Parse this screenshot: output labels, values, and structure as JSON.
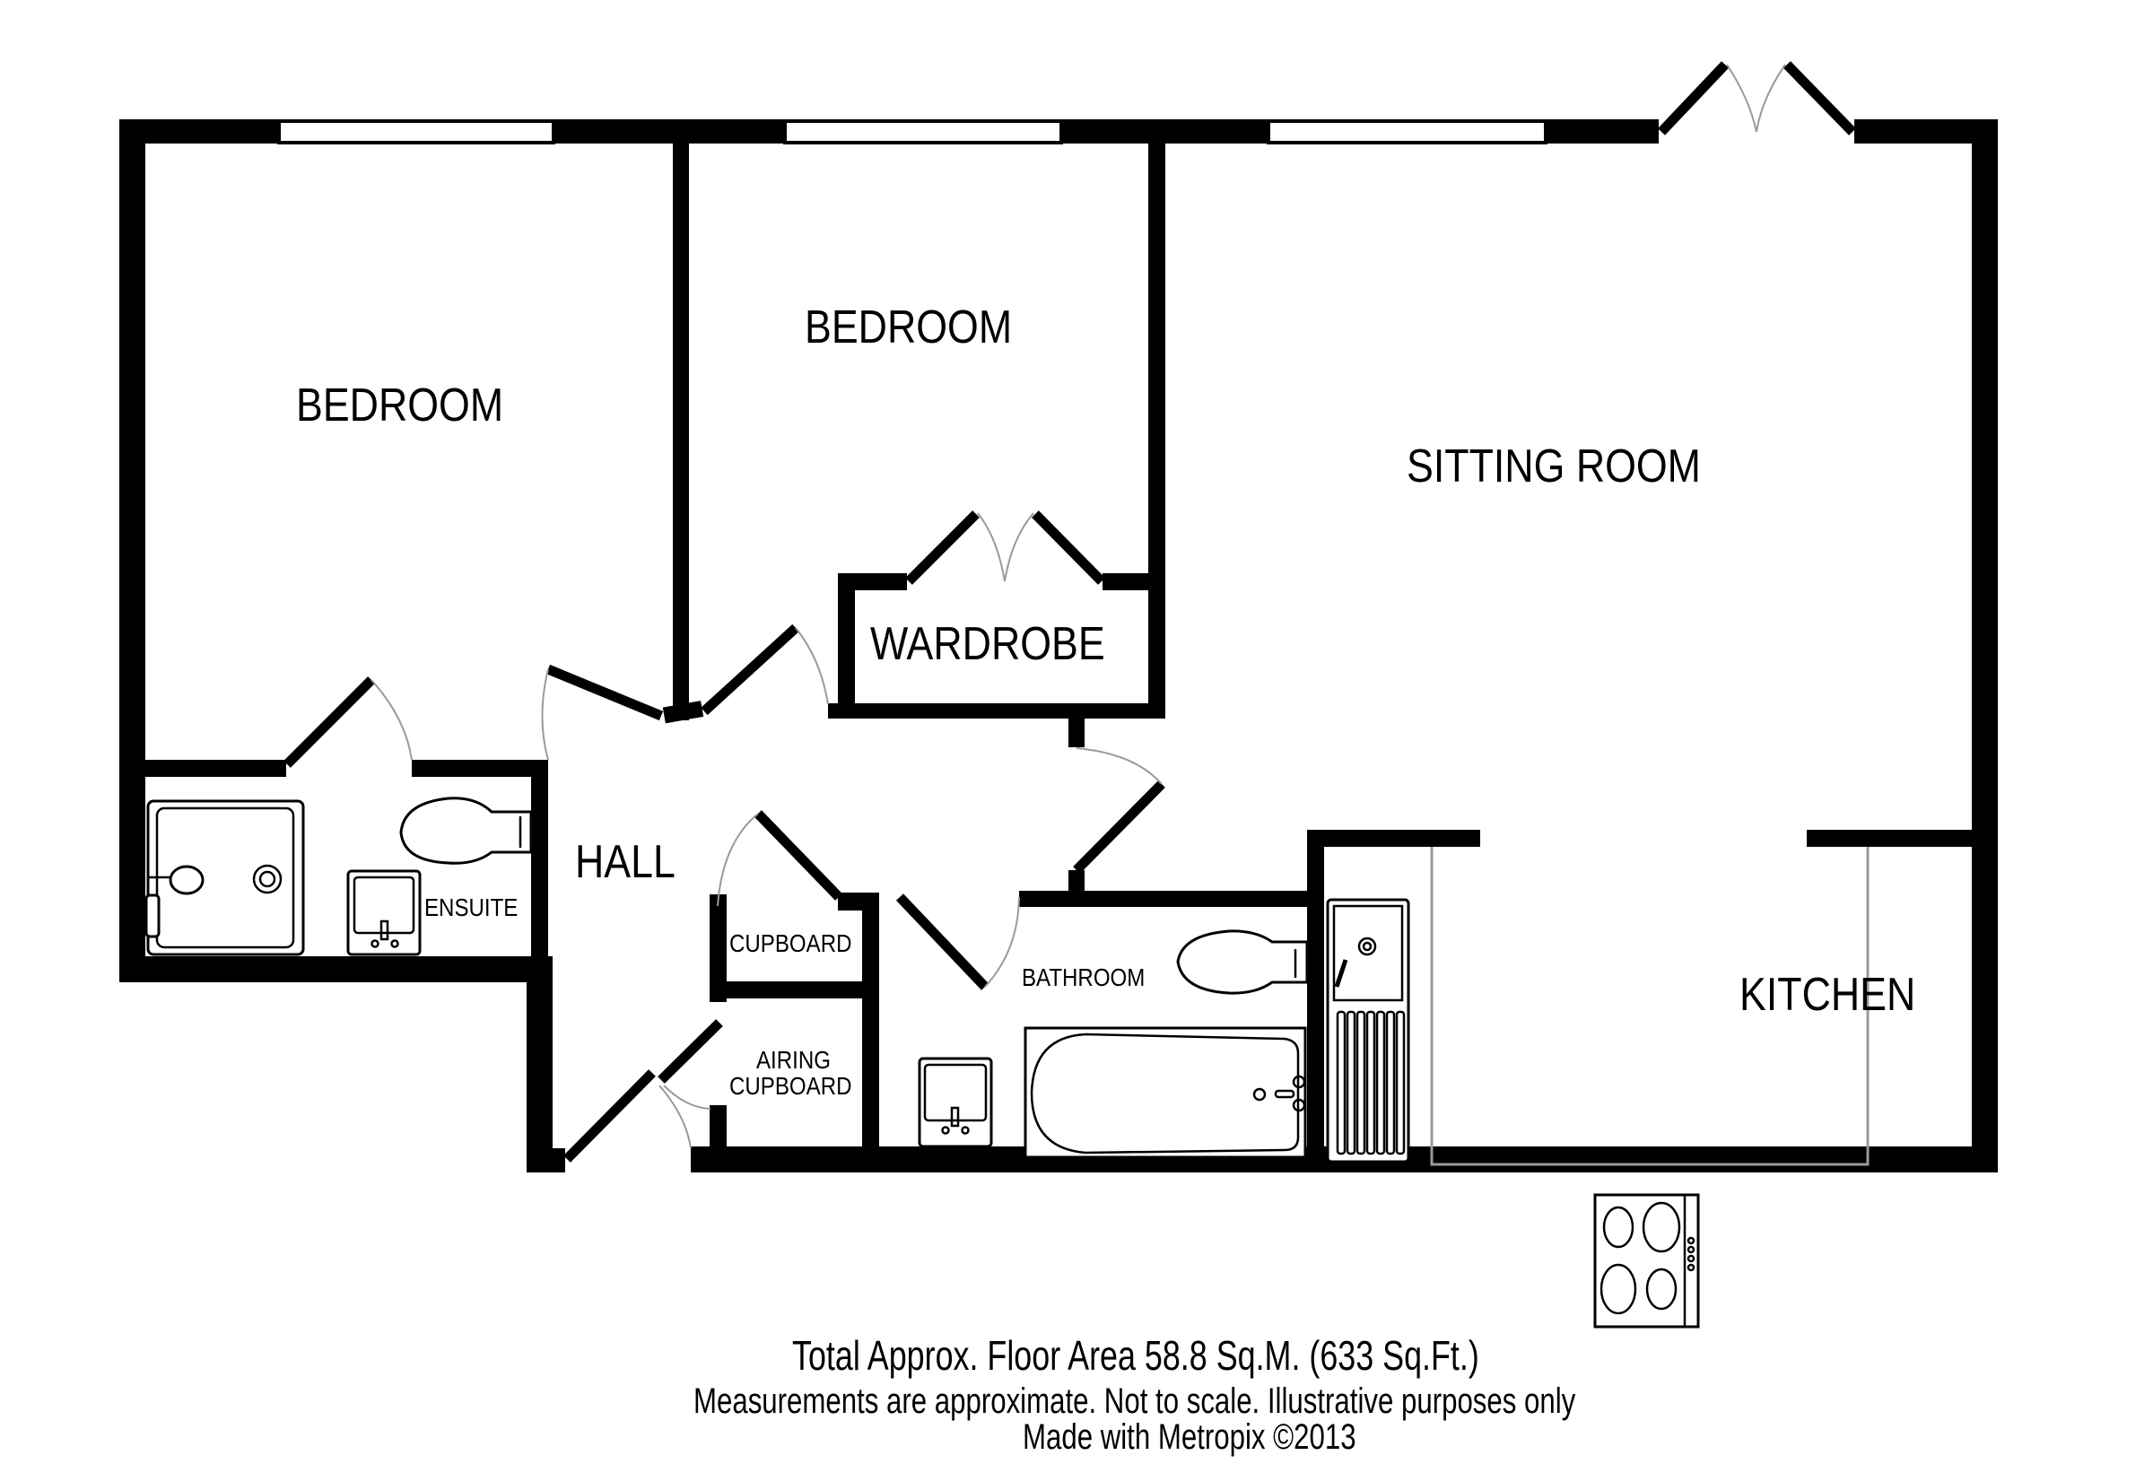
{
  "floorplan": {
    "rooms": {
      "bedroom_1": "BEDROOM",
      "bedroom_2": "BEDROOM",
      "wardrobe": "WARDROBE",
      "sitting_room": "SITTING ROOM",
      "hall": "HALL",
      "ensuite": "ENSUITE",
      "cupboard": "CUPBOARD",
      "airing_cupboard_line1": "AIRING",
      "airing_cupboard_line2": "CUPBOARD",
      "bathroom": "BATHROOM",
      "kitchen": "KITCHEN"
    },
    "fixtures": [
      "shower-tray",
      "toilet",
      "washbasin",
      "bath",
      "kitchen-sink",
      "hob"
    ],
    "colors": {
      "wall": "#000000",
      "background": "#ffffff",
      "door_swing": "#9a9a9a",
      "counter_outline": "#9a9a9a"
    }
  },
  "footer": {
    "area_line": "Total Approx. Floor Area 58.8 Sq.M. (633 Sq.Ft.)",
    "disclaimer": "Measurements are approximate.  Not to scale.  Illustrative purposes only",
    "credit": "Made with Metropix ©2013"
  }
}
